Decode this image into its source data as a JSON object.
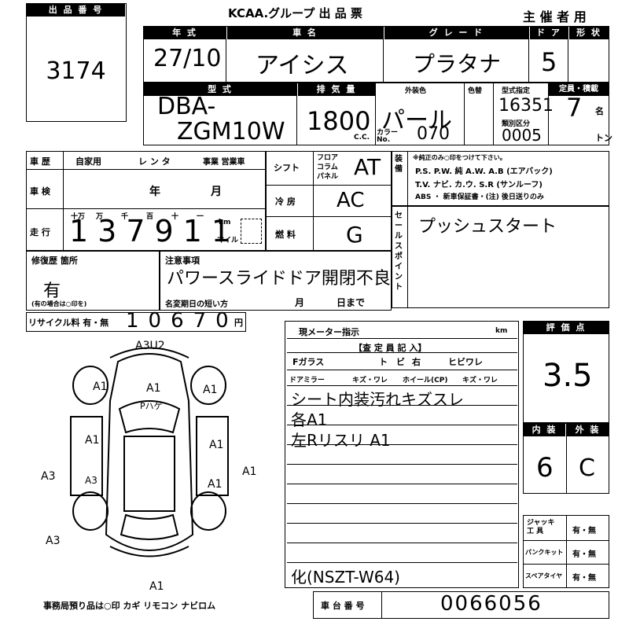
{
  "lot": {
    "label": "出 品 番 号",
    "number": "3174"
  },
  "header": {
    "title": "KCAA.グループ 出 品 票",
    "organizer": "主 催 者 用"
  },
  "car_row": {
    "year_label": "年 式",
    "year_value": "27/10",
    "name_label": "車 名",
    "name_value": "アイシス",
    "grade_label": "グ レ ー ド",
    "grade_value": "プラタナ",
    "door_label": "ド ア",
    "door_value": "5",
    "shape_label": "形 状"
  },
  "model_row": {
    "model_label": "型 式",
    "model_value_1": "DBA-",
    "model_value_2": "ZGM10W",
    "displacement_label": "排 気 量",
    "displacement_value": "1800",
    "displacement_unit": "C.C.",
    "color_label": "外装色",
    "color_value": "パール",
    "color_code_label": "カラー No.",
    "color_code": "070",
    "second_color_label": "色替",
    "type_designation_label": "型式指定",
    "type_designation": "16351",
    "category_label": "類別区分",
    "category": "0005",
    "capacity_label": "定員・積載",
    "capacity": "7",
    "capacity_unit": "名",
    "load_unit": "トン"
  },
  "history": {
    "label": "車 歴",
    "options": [
      "自家用",
      "レ ン タ",
      "事業 営業車"
    ],
    "inspection_label": "車 検",
    "inspection_year": "年",
    "inspection_month": "月",
    "mileage_label": "走 行",
    "mileage_value": "137911",
    "mileage_unit_km": "km",
    "mileage_unit_mile": "マイル",
    "place_labels": [
      "十万",
      "万",
      "千",
      "百",
      "十",
      "一"
    ]
  },
  "specs": {
    "shift_label": "シフト",
    "shift_options": [
      "フロア",
      "コラム",
      "パネル"
    ],
    "shift_value": "AT",
    "ac_label": "冷 房",
    "ac_value": "AC",
    "fuel_label": "燃 料",
    "fuel_value": "G"
  },
  "equipment": {
    "label": "装 備",
    "note": "※純正のみ○印をつけて下さい。",
    "line1": "P.S. P.W. 純 A.W. A.B (エアバック)",
    "line2": "T.V. ナビ. カ.ウ. S.R (サンルーフ)",
    "line3": "ABS ・ 新車保証書・(注) 後日送りのみ"
  },
  "sales_point": {
    "label": "セールスポイント",
    "value": "プッシュスタート"
  },
  "repair": {
    "label": "修復歴 箇所",
    "value": "有",
    "note": "(有の場合は○印を)"
  },
  "notes": {
    "label": "注意事項",
    "value": "パワースライドドア開閉不良",
    "name_change_label": "名変期日の短い方",
    "month": "月",
    "day": "日まで"
  },
  "recycle": {
    "label": "リサイクル料 有・無",
    "value": "10670",
    "unit": "円"
  },
  "inspector": {
    "meter_label": "現メーター指示",
    "meter_unit": "km",
    "comment_label": "【査 定 員 記 入】",
    "glass_label": "Fガラス",
    "glass_opts": [
      "ト",
      "ビ",
      "右",
      "ヒビワレ"
    ],
    "mirror_label": "ドアミラー",
    "mirror_opts": "キズ・ワレ",
    "wheel_label": "ホイール(CP)",
    "wheel_opts": "キズ・ワレ",
    "comment_lines": [
      "シート内装汚れキズスレ",
      "各A1",
      "左Rリスリ A1"
    ],
    "chassis_line": "化(NSZT-W64)"
  },
  "evaluation": {
    "label": "評 価 点",
    "score": "3.5",
    "interior_label": "内 装",
    "interior_value": "6",
    "exterior_label": "外 装",
    "exterior_value": "C"
  },
  "tools": {
    "jack_label": "ジャッキ 工 具",
    "jack_opts": "有・無",
    "puncture_label": "パンクキット",
    "puncture_opts": "有・無",
    "spare_label": "スペアタイヤ",
    "spare_opts": "有・無"
  },
  "diagram": {
    "marks": [
      "A3U2",
      "A1",
      "A1",
      "A1",
      "A1",
      "A1",
      "A3",
      "A3",
      "A1",
      "A1",
      "A3",
      "A1"
    ],
    "hood_note": "Pハゲ",
    "footer": "事務局預り品は○印  カギ  リモコン  ナビロム"
  },
  "vin": {
    "label": "車 台 番 号",
    "value": "0066056"
  }
}
